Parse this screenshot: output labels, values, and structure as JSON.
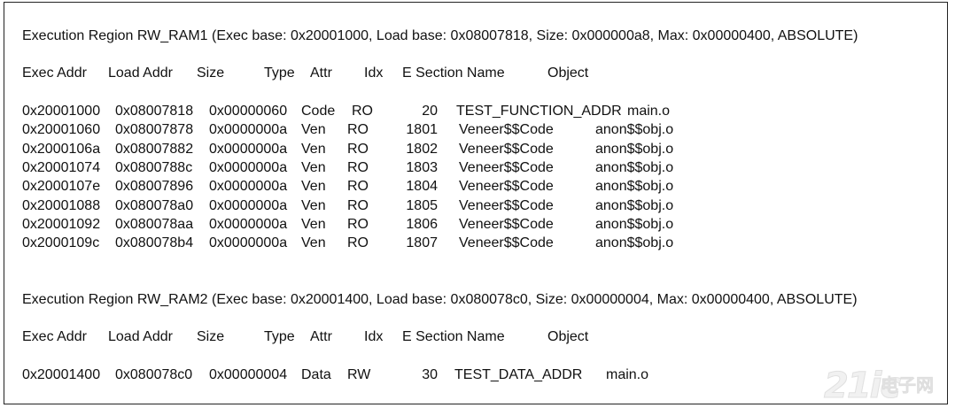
{
  "regions": [
    {
      "title": "Execution Region RW_RAM1 (Exec base: 0x20001000, Load base: 0x08007818, Size: 0x000000a8, Max: 0x00000400, ABSOLUTE)",
      "headers": [
        "Exec Addr",
        "Load Addr",
        "Size",
        "Type",
        "Attr",
        "Idx",
        "E Section Name",
        "Object"
      ],
      "rows": [
        [
          "0x20001000",
          "0x08007818",
          "0x00000060",
          "Code",
          "RO",
          "20",
          "TEST_FUNCTION_ADDR",
          "main.o"
        ],
        [
          "0x20001060",
          "0x08007878",
          "0x0000000a",
          "Ven",
          "RO",
          "1801",
          "Veneer$$Code",
          "anon$$obj.o"
        ],
        [
          "0x2000106a",
          "0x08007882",
          "0x0000000a",
          "Ven",
          "RO",
          "1802",
          "Veneer$$Code",
          "anon$$obj.o"
        ],
        [
          "0x20001074",
          "0x0800788c",
          "0x0000000a",
          "Ven",
          "RO",
          "1803",
          "Veneer$$Code",
          "anon$$obj.o"
        ],
        [
          "0x2000107e",
          "0x08007896",
          "0x0000000a",
          "Ven",
          "RO",
          "1804",
          "Veneer$$Code",
          "anon$$obj.o"
        ],
        [
          "0x20001088",
          "0x080078a0",
          "0x0000000a",
          "Ven",
          "RO",
          "1805",
          "Veneer$$Code",
          "anon$$obj.o"
        ],
        [
          "0x20001092",
          "0x080078aa",
          "0x0000000a",
          "Ven",
          "RO",
          "1806",
          "Veneer$$Code",
          "anon$$obj.o"
        ],
        [
          "0x2000109c",
          "0x080078b4",
          "0x0000000a",
          "Ven",
          "RO",
          "1807",
          "Veneer$$Code",
          "anon$$obj.o"
        ]
      ]
    },
    {
      "title": "Execution Region RW_RAM2 (Exec base: 0x20001400, Load base: 0x080078c0, Size: 0x00000004, Max: 0x00000400, ABSOLUTE)",
      "headers": [
        "Exec Addr",
        "Load Addr",
        "Size",
        "Type",
        "Attr",
        "Idx",
        "E Section Name",
        "Object"
      ],
      "rows": [
        [
          "0x20001400",
          "0x080078c0",
          "0x00000004",
          "Data",
          "RW",
          "30",
          "TEST_DATA_ADDR",
          "main.o"
        ]
      ]
    }
  ],
  "watermark": {
    "number": "21ic",
    "text": "电子网"
  }
}
